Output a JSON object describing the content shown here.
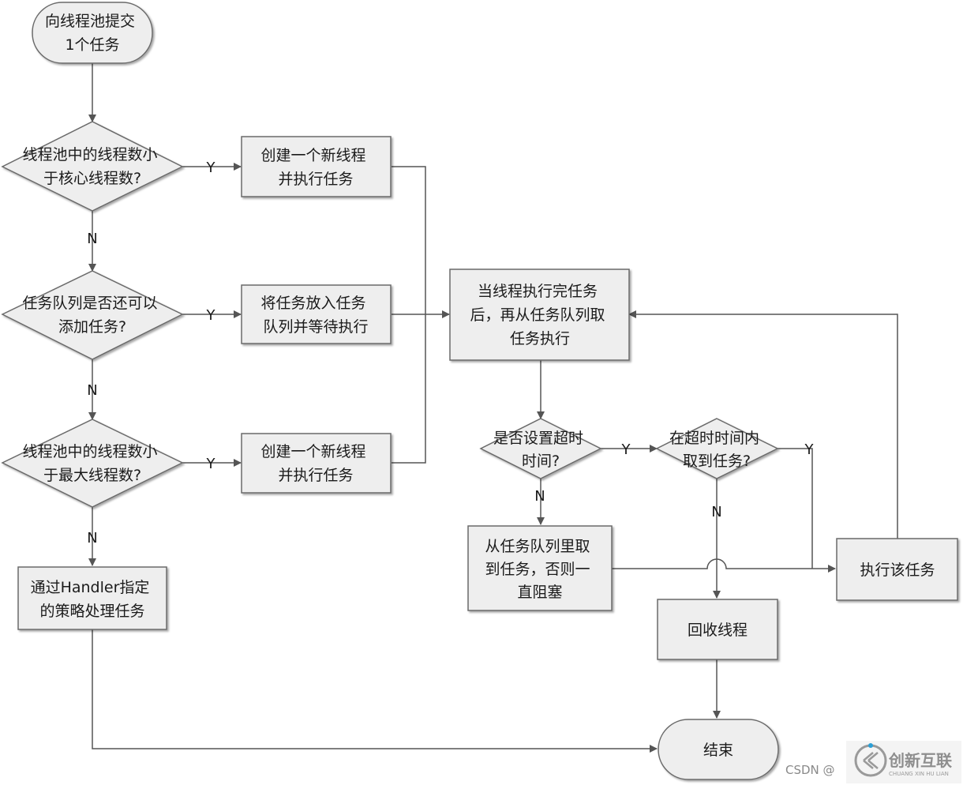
{
  "nodes": {
    "start": [
      "向线程池提交",
      "1个任务"
    ],
    "d_core": [
      "线程池中的线程数小",
      "于核心线程数?"
    ],
    "p_create1": [
      "创建一个新线程",
      "并执行任务"
    ],
    "d_queue": [
      "任务队列是否还可以",
      "添加任务?"
    ],
    "p_enqueue": [
      "将任务放入任务",
      "队列并等待执行"
    ],
    "d_max": [
      "线程池中的线程数小",
      "于最大线程数?"
    ],
    "p_create2": [
      "创建一个新线程",
      "并执行任务"
    ],
    "p_handler": [
      "通过Handler指定",
      "的策略处理任务"
    ],
    "p_after": [
      "当线程执行完任务",
      "后，再从任务队列取",
      "任务执行"
    ],
    "d_timeout": [
      "是否设置超时",
      "时间?"
    ],
    "d_gettask": [
      "在超时时间内",
      "取到任务?"
    ],
    "p_block": [
      "从任务队列里取",
      "到任务，否则一",
      "直阻塞"
    ],
    "p_exec": [
      "执行该任务"
    ],
    "p_recycle": [
      "回收线程"
    ],
    "end": [
      "结束"
    ]
  },
  "edge_labels": {
    "yes": "Y",
    "no": "N"
  },
  "footer": {
    "source": "CSDN @",
    "logo_cn": "创新互联",
    "logo_en": "CHUANG XIN HU LIAN"
  }
}
